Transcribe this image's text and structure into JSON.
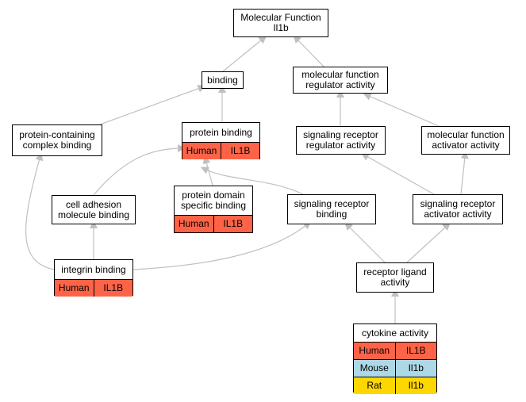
{
  "colors": {
    "edge": "#c0c0c0",
    "Human": "#ff6347",
    "Mouse": "#add8e6",
    "Rat": "#ffd700"
  },
  "nodes": {
    "mf_root": {
      "label": "Molecular Function\nIl1b"
    },
    "binding": {
      "label": "binding"
    },
    "mf_regulator": {
      "label": "molecular function\nregulator activity"
    },
    "protein_complex_binding": {
      "label": "protein-containing\ncomplex binding"
    },
    "protein_binding": {
      "label": "protein binding",
      "annotations": [
        {
          "species": "Human",
          "gene": "IL1B"
        }
      ]
    },
    "signaling_receptor_regulator": {
      "label": "signaling receptor\nregulator activity"
    },
    "mf_activator": {
      "label": "molecular function\nactivator activity"
    },
    "cell_adhesion_binding": {
      "label": "cell adhesion\nmolecule binding"
    },
    "protein_domain_binding": {
      "label": "protein domain\nspecific binding",
      "annotations": [
        {
          "species": "Human",
          "gene": "IL1B"
        }
      ]
    },
    "signaling_receptor_binding": {
      "label": "signaling receptor\nbinding"
    },
    "signaling_receptor_activator": {
      "label": "signaling receptor\nactivator activity"
    },
    "integrin_binding": {
      "label": "integrin binding",
      "annotations": [
        {
          "species": "Human",
          "gene": "IL1B"
        }
      ]
    },
    "receptor_ligand": {
      "label": "receptor ligand\nactivity"
    },
    "cytokine_activity": {
      "label": "cytokine activity",
      "annotations": [
        {
          "species": "Human",
          "gene": "IL1B"
        },
        {
          "species": "Mouse",
          "gene": "Il1b"
        },
        {
          "species": "Rat",
          "gene": "Il1b"
        }
      ]
    }
  },
  "edges": [
    {
      "from": "binding",
      "to": "mf_root"
    },
    {
      "from": "mf_regulator",
      "to": "mf_root"
    },
    {
      "from": "protein_complex_binding",
      "to": "binding"
    },
    {
      "from": "protein_binding",
      "to": "binding"
    },
    {
      "from": "signaling_receptor_regulator",
      "to": "mf_regulator"
    },
    {
      "from": "mf_activator",
      "to": "mf_regulator"
    },
    {
      "from": "cell_adhesion_binding",
      "to": "protein_binding"
    },
    {
      "from": "protein_domain_binding",
      "to": "protein_binding"
    },
    {
      "from": "signaling_receptor_binding",
      "to": "protein_binding"
    },
    {
      "from": "signaling_receptor_activator",
      "to": "signaling_receptor_regulator"
    },
    {
      "from": "signaling_receptor_activator",
      "to": "mf_activator"
    },
    {
      "from": "integrin_binding",
      "to": "cell_adhesion_binding"
    },
    {
      "from": "integrin_binding",
      "to": "protein_complex_binding"
    },
    {
      "from": "integrin_binding",
      "to": "signaling_receptor_binding"
    },
    {
      "from": "receptor_ligand",
      "to": "signaling_receptor_binding"
    },
    {
      "from": "receptor_ligand",
      "to": "signaling_receptor_activator"
    },
    {
      "from": "cytokine_activity",
      "to": "receptor_ligand"
    }
  ]
}
